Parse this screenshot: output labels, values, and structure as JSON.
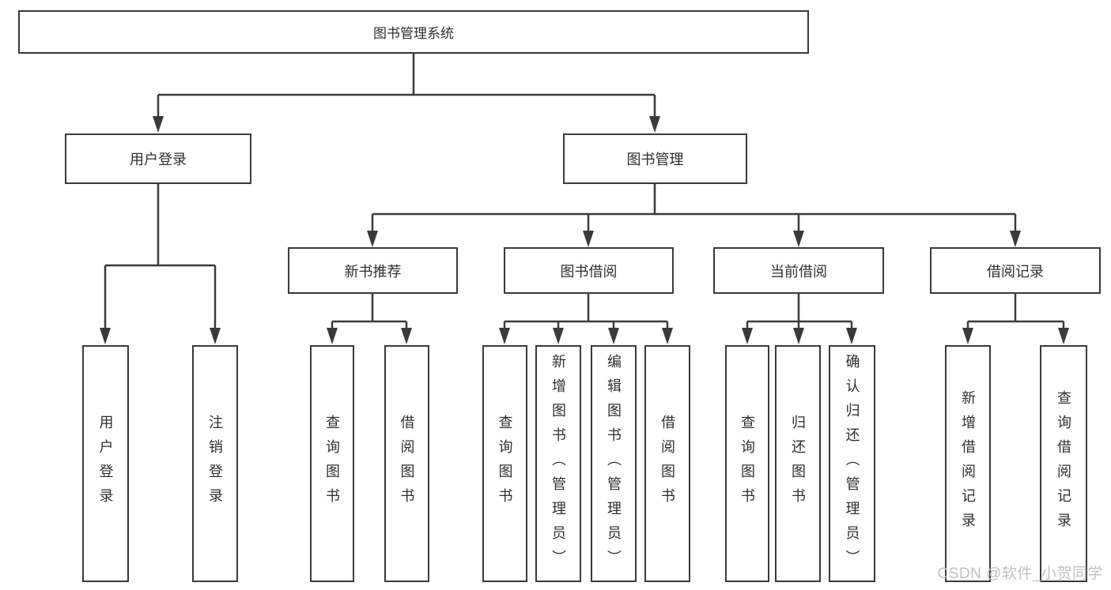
{
  "diagram": {
    "root": {
      "label": "图书管理系统"
    },
    "level2": [
      {
        "label": "用户登录",
        "children": [
          "用户登录",
          "注销登录"
        ]
      },
      {
        "label": "图书管理",
        "children": [
          {
            "label": "新书推荐",
            "children": [
              "查询图书",
              "借阅图书"
            ]
          },
          {
            "label": "图书借阅",
            "children": [
              "查询图书",
              "新增图书（管理员）",
              "编辑图书（管理员）",
              "借阅图书"
            ]
          },
          {
            "label": "当前借阅",
            "children": [
              "查询图书",
              "归还图书",
              "确认归还（管理员）"
            ]
          },
          {
            "label": "借阅记录",
            "children": [
              "新增借阅记录",
              "查询借阅记录"
            ]
          }
        ]
      }
    ]
  },
  "watermark": {
    "text": "CSDN @软件_小贺同学"
  },
  "colors": {
    "line": "#3a3a3a",
    "text": "#2f2f2f",
    "watermark": "#c1c0c0",
    "background": "#ffffff"
  }
}
